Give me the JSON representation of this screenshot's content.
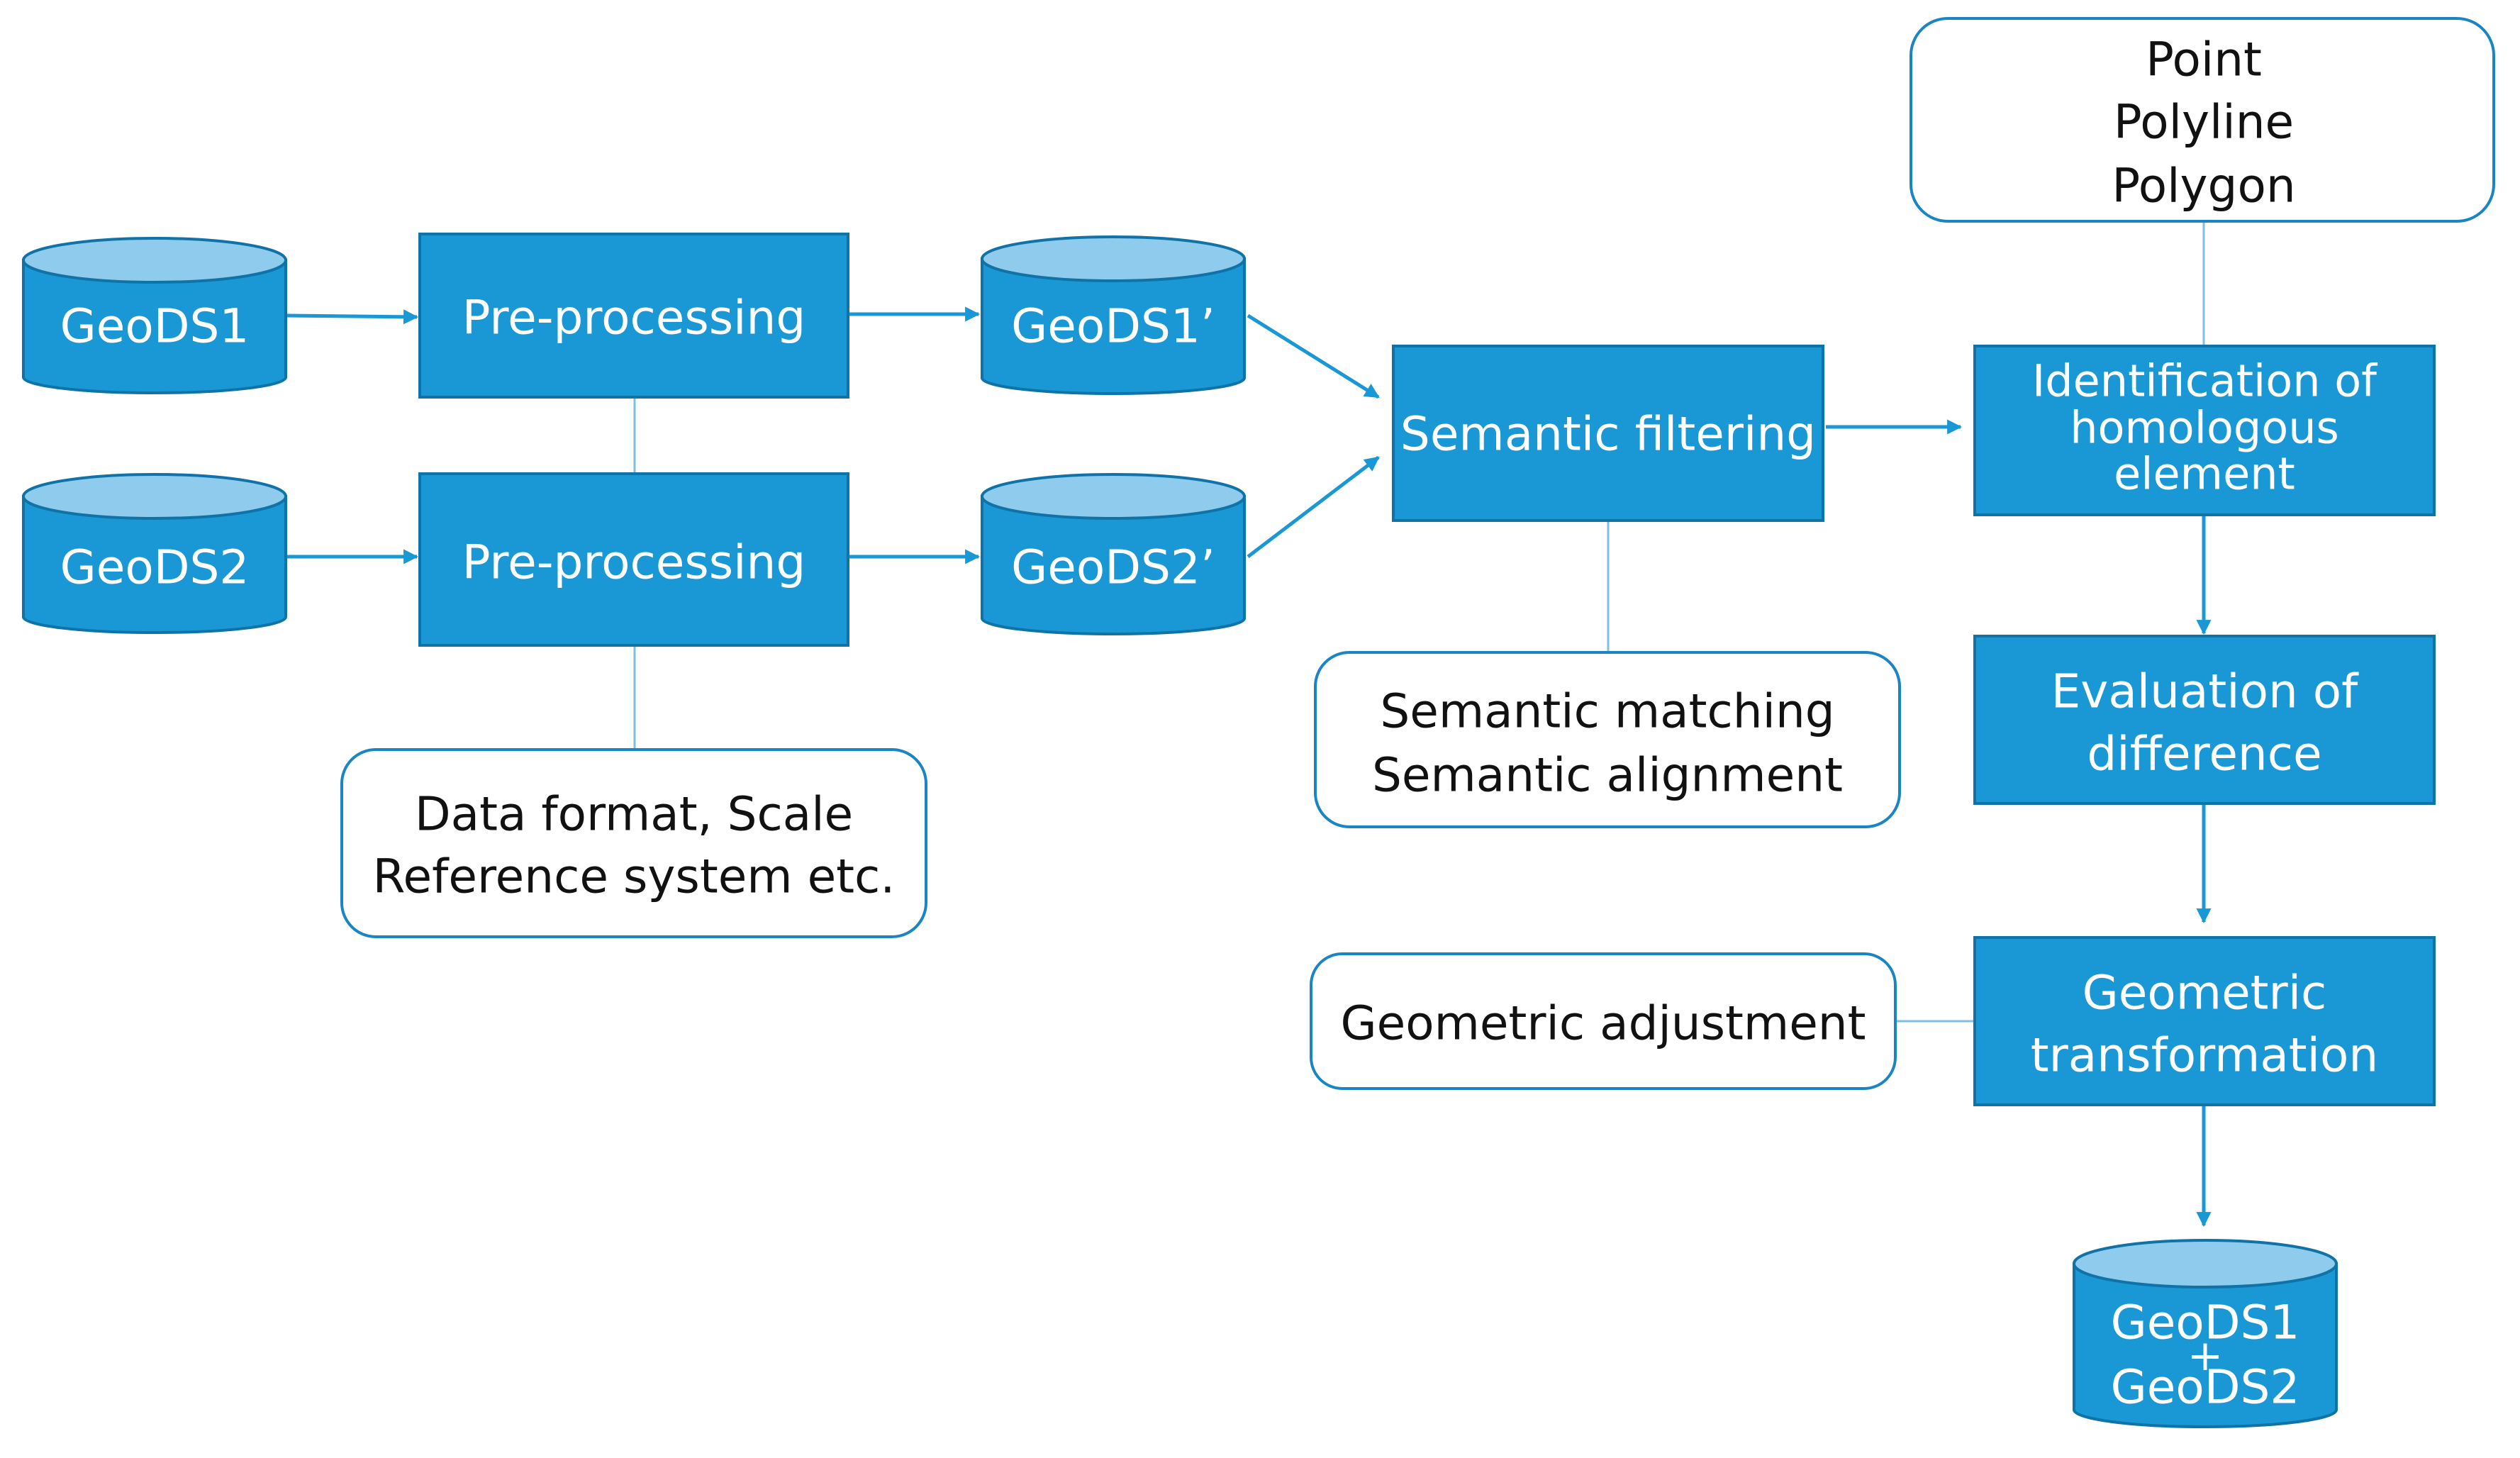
{
  "nodes": {
    "geods1": "GeoDS1",
    "geods2": "GeoDS2",
    "preprocessing_1": "Pre-processing",
    "preprocessing_2": "Pre-processing",
    "geods1_prime": "GeoDS1’",
    "geods2_prime": "GeoDS2’",
    "semantic_filtering": "Semantic  filtering",
    "identification": [
      "Identification of",
      "homologous",
      "element"
    ],
    "evaluation": [
      "Evaluation  of",
      "difference"
    ],
    "geometric_transformation": [
      "Geometric",
      "transformation"
    ],
    "result_db": [
      "GeoDS1",
      "+",
      "GeoDS2"
    ]
  },
  "notes": {
    "geometry_types": [
      "Point",
      "Polyline",
      "Polygon"
    ],
    "preprocessing_params": [
      "Data format,  Scale",
      "Reference system etc."
    ],
    "semantic_methods": [
      "Semantic  matching",
      "Semantic  alignment"
    ],
    "geometric_adjustment": "Geometric adjustment"
  },
  "colors": {
    "process_fill": "#1a98d5",
    "cylinder_top": "#8fcbec",
    "note_border": "#1a85c2",
    "arrow": "#1a98d5"
  }
}
